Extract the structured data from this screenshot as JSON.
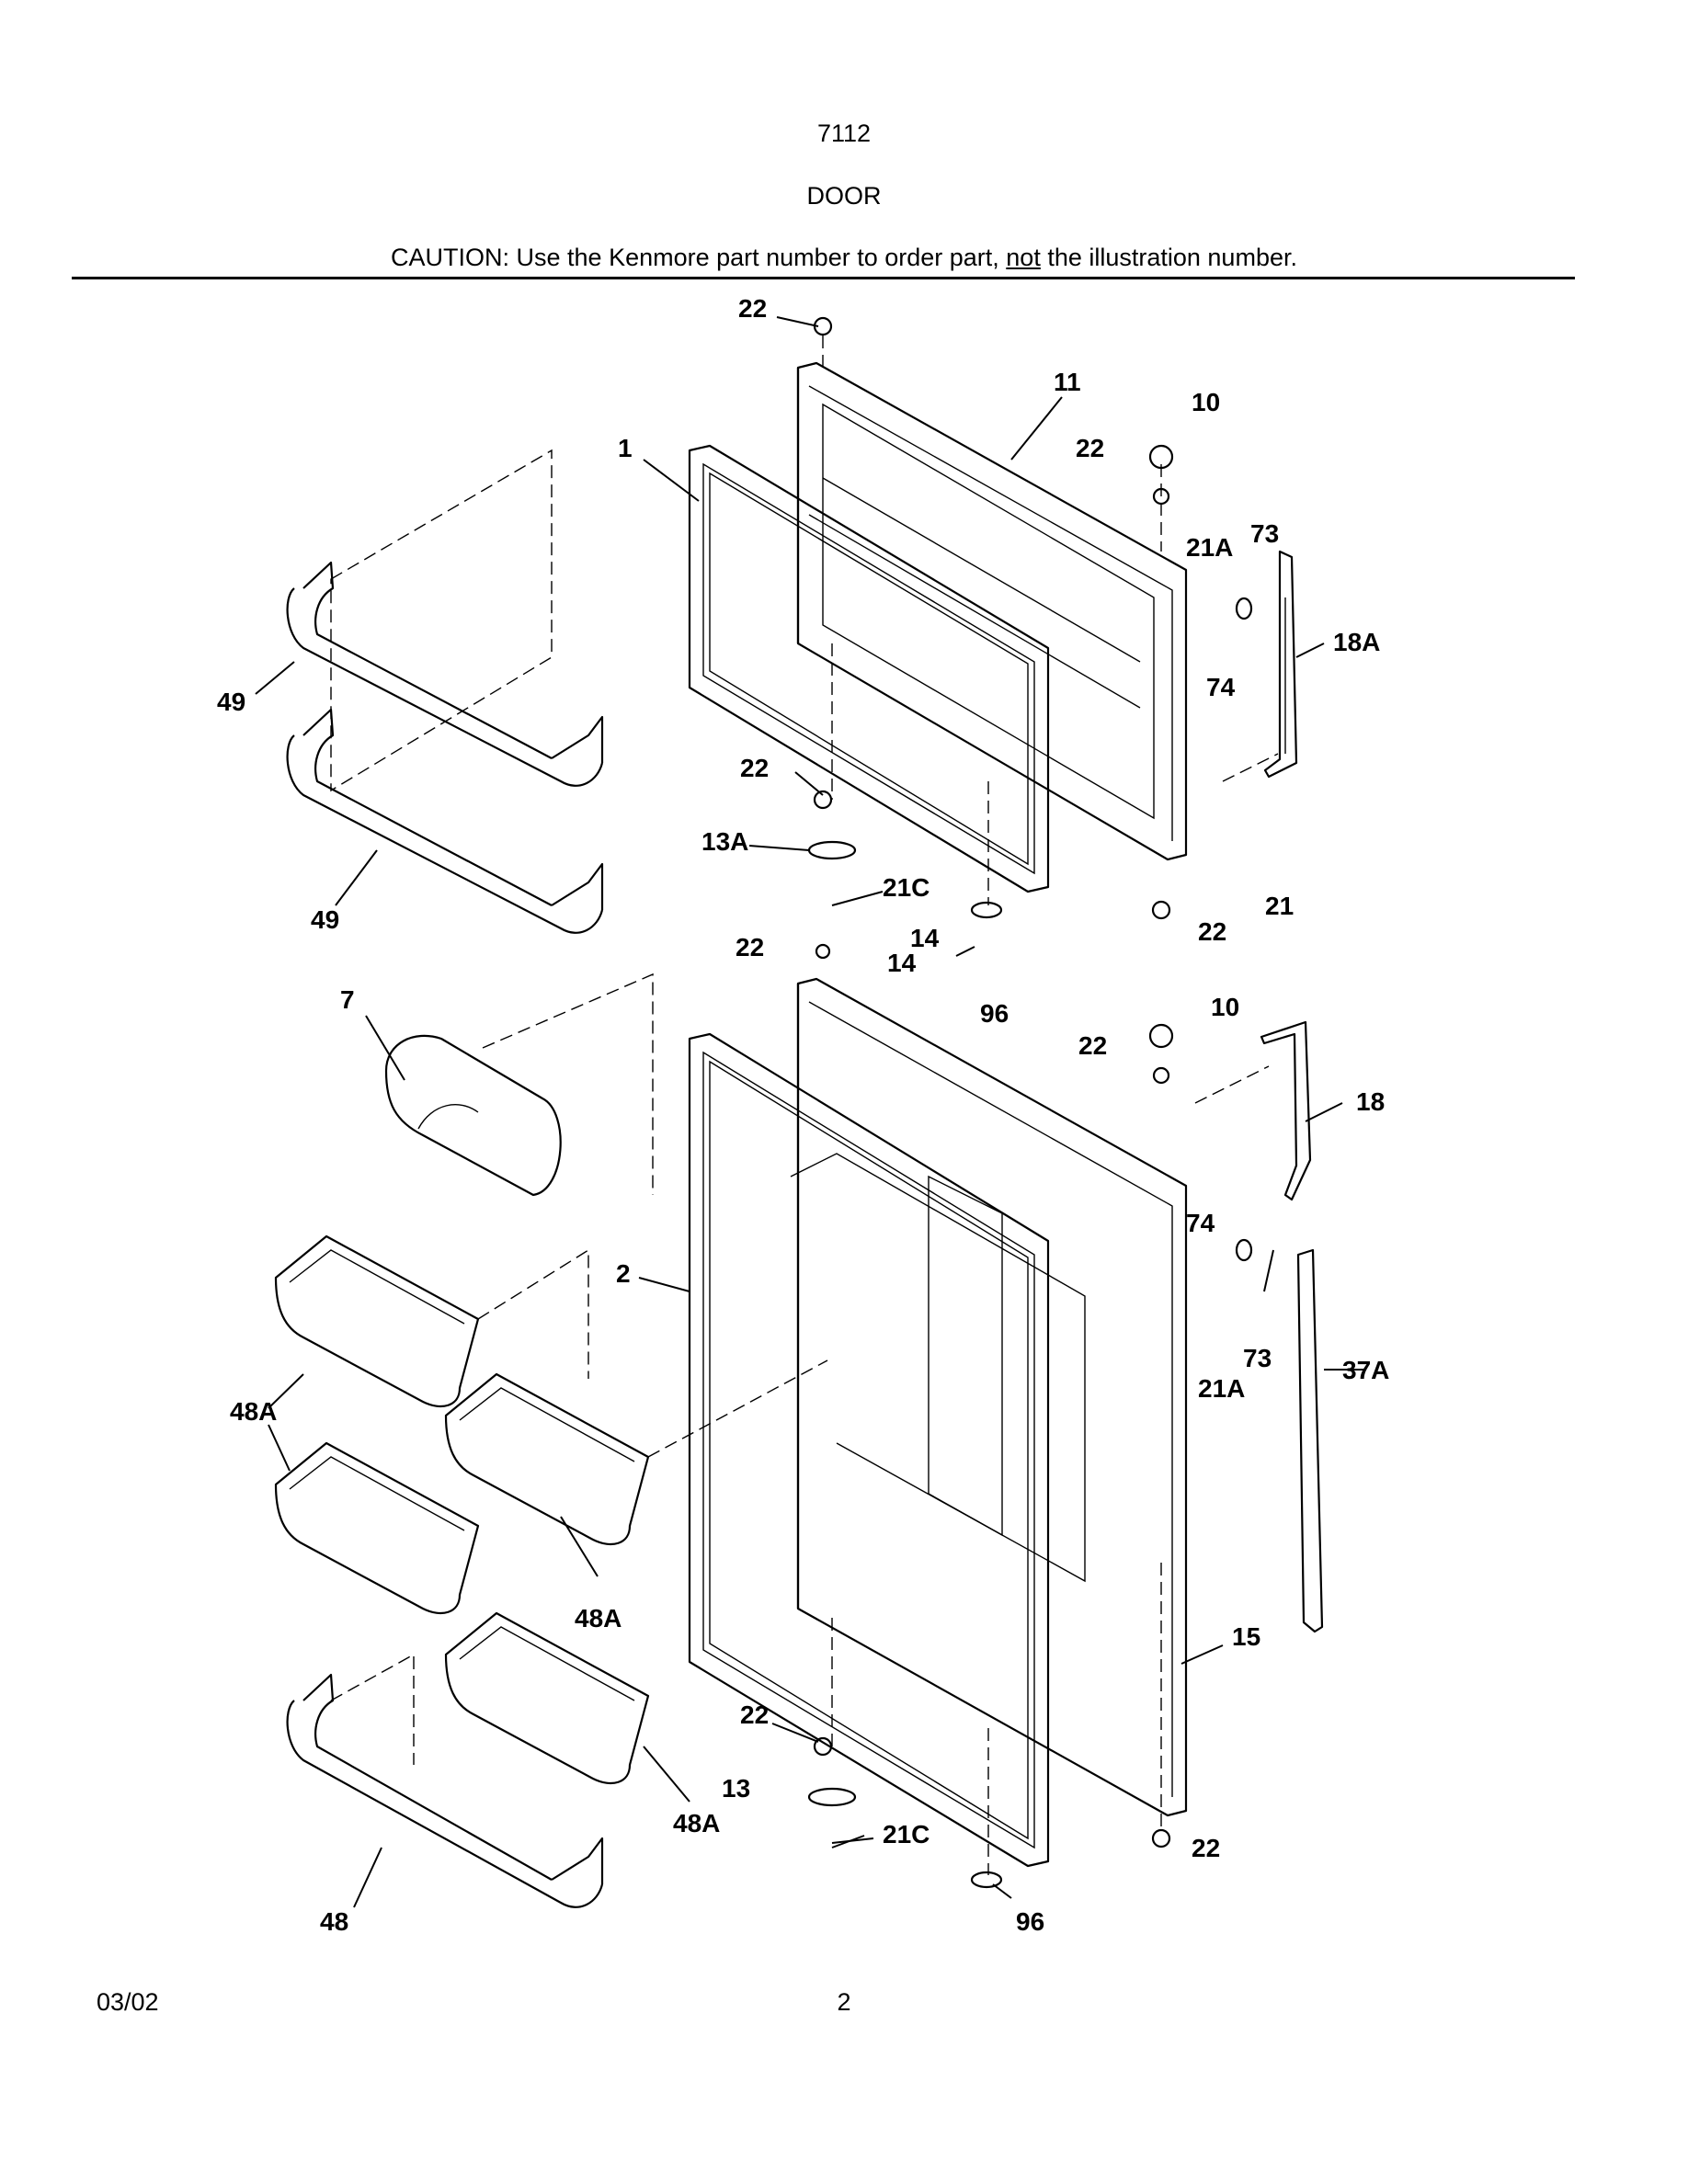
{
  "header": {
    "model": "7112",
    "section": "DOOR",
    "caution_prefix": "CAUTION: Use the Kenmore part number to order part, ",
    "caution_emphasis": "not",
    "caution_suffix": " the illustration number."
  },
  "footer": {
    "date": "03/02",
    "page": "2"
  },
  "callouts": {
    "c22_top": "22",
    "c11": "11",
    "c10_top": "10",
    "c22_hinge_top": "22",
    "c1": "1",
    "c21a_top": "21A",
    "c73_top": "73",
    "c18a": "18A",
    "c74_top": "74",
    "c49_upper": "49",
    "c22_fz_bottom": "22",
    "c13a": "13A",
    "c21c_top": "21C",
    "c49_lower": "49",
    "c14_a": "14",
    "c22_mid": "22",
    "c14_b": "14",
    "c22_fz_right": "22",
    "c21": "21",
    "c96_top": "96",
    "c7": "7",
    "c10_mid": "10",
    "c22_mid_right": "22",
    "c18": "18",
    "c74_mid": "74",
    "c2": "2",
    "c73_mid": "73",
    "c21a_mid": "21A",
    "c37a": "37A",
    "c48a_1": "48A",
    "c48a_2": "48A",
    "c15": "15",
    "c22_ff_bottom": "22",
    "c13": "13",
    "c48a_3": "48A",
    "c21c_bottom": "21C",
    "c22_ff_right": "22",
    "c48": "48",
    "c96_bottom": "96"
  }
}
